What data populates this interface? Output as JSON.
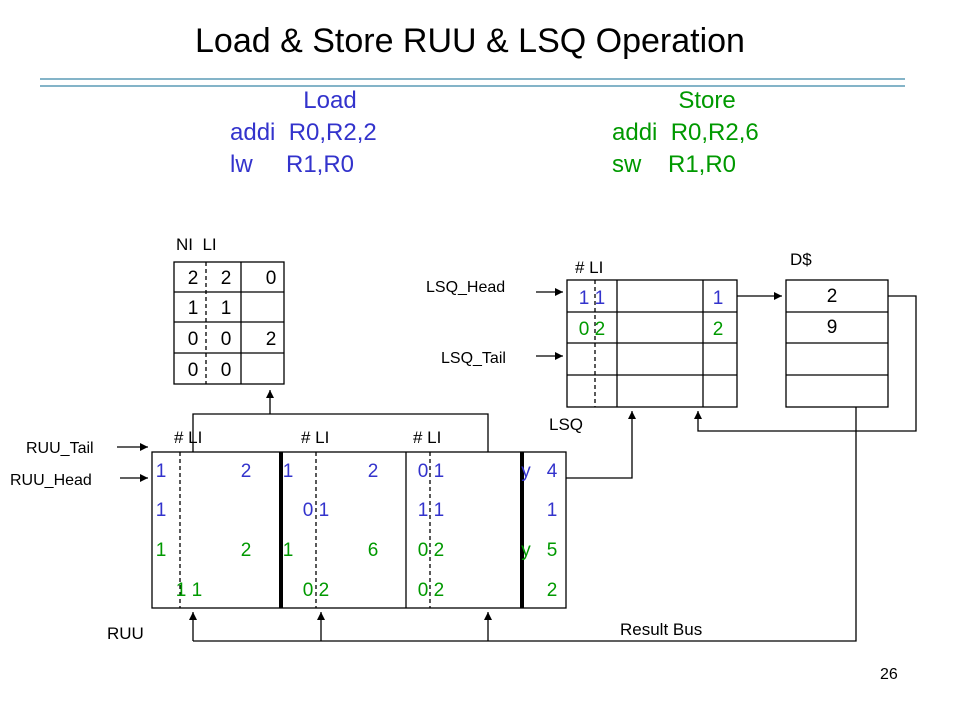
{
  "title": "Load & Store RUU & LSQ Operation",
  "page_number": "26",
  "colors": {
    "blue": "#3333cc",
    "green": "#009900",
    "rule": "#5b9bb5"
  },
  "code": {
    "load_heading": "Load",
    "load_line1": "addi  R0,R2,2",
    "load_line2": "lw     R1,R0",
    "store_heading": "Store",
    "store_line1": "addi  R0,R2,6",
    "store_line2": "sw    R1,R0"
  },
  "regfile": {
    "header": "NI  LI",
    "rows": [
      [
        "2",
        "2",
        "0"
      ],
      [
        "1",
        "1",
        ""
      ],
      [
        "0",
        "0",
        "2"
      ],
      [
        "0",
        "0",
        ""
      ]
    ]
  },
  "lsq": {
    "header": "# LI",
    "head_label": "LSQ_Head",
    "tail_label": "LSQ_Tail",
    "name": "LSQ",
    "rows": [
      [
        "1 1",
        "",
        "1"
      ],
      [
        "0 2",
        "",
        "2"
      ],
      [
        "",
        "",
        ""
      ],
      [
        "",
        "",
        ""
      ]
    ]
  },
  "dcache": {
    "label": "D$",
    "values": [
      "2",
      "9",
      "",
      ""
    ]
  },
  "ruu": {
    "name": "RUU",
    "tail_label": "RUU_Tail",
    "head_label": "RUU_Head",
    "headers": [
      "# LI",
      "# LI",
      "# LI"
    ],
    "rows": [
      {
        "valid": "1",
        "op1": "2",
        "src1": "1",
        "val1": "2",
        "src2": "0 1",
        "y": "y",
        "res": "4"
      },
      {
        "valid": "1",
        "op1": "",
        "src1": "0 1",
        "val1": "",
        "src2": "1 1",
        "y": "",
        "res": "1"
      },
      {
        "valid": "1",
        "op1": "2",
        "src1": "1",
        "val1": "6",
        "src2": "0 2",
        "y": "y",
        "res": "5"
      },
      {
        "valid": "",
        "op1": "1 1",
        "src1": "0 2",
        "val1": "",
        "src2": "0 2",
        "y": "",
        "res": "2"
      }
    ]
  },
  "result_bus": "Result Bus"
}
